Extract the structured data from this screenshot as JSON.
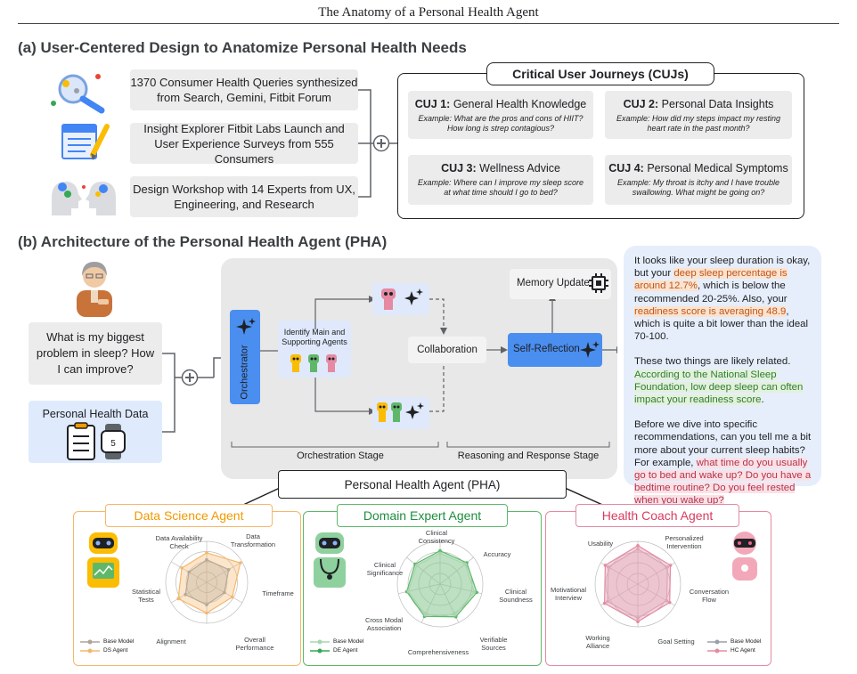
{
  "title": "The Anatomy of a Personal Health Agent",
  "section_a": {
    "heading": "(a) User-Centered Design to Anatomize Personal Health Needs",
    "sources": [
      {
        "text": "1370 Consumer Health Queries synthesized from Search, Gemini, Fitbit Forum",
        "icon": "magnifier-icon"
      },
      {
        "text": "Insight Explorer Fitbit Labs Launch and User Experience Surveys from 555 Consumers",
        "icon": "survey-pencil-icon"
      },
      {
        "text": "Design Workshop with 14 Experts from UX, Engineering, and Research",
        "icon": "workshop-heads-icon"
      }
    ],
    "cuj_header": "Critical User Journeys (CUJs)",
    "cujs": [
      {
        "num": "CUJ 1:",
        "name": "General Health Knowledge",
        "example": "Example: What are the pros and cons of HIIT? How long is strep contagious?"
      },
      {
        "num": "CUJ 2:",
        "name": "Personal Data Insights",
        "example": "Example: How did my steps impact my resting heart rate in the past month?"
      },
      {
        "num": "CUJ 3:",
        "name": "Wellness Advice",
        "example": "Example: Where can I improve my sleep score at what time should I go to bed?"
      },
      {
        "num": "CUJ 4:",
        "name": "Personal Medical Symptoms",
        "example": "Example: My throat is itchy and I have trouble swallowing. What might be going on?"
      }
    ]
  },
  "section_b": {
    "heading": "(b) Architecture of the Personal Health Agent (PHA)",
    "user_question": "What is my biggest problem in sleep? How I can improve?",
    "health_data_label": "Personal Health Data",
    "orchestrator": "Orchestrator",
    "identify_label": "Identify Main and Supporting Agents",
    "collaboration": "Collaboration",
    "self_reflection": "Self-Reflection",
    "memory_update": "Memory Update",
    "stage_orchestration": "Orchestration Stage",
    "stage_reasoning": "Reasoning and Response Stage",
    "pha_label": "Personal Health Agent (PHA)",
    "response": {
      "p1": [
        {
          "t": "It looks like your sleep duration is okay, but your ",
          "h": ""
        },
        {
          "t": "deep sleep percentage is around 12.7%",
          "h": "orange"
        },
        {
          "t": ", which is below the recommended 20-25%. Also, your ",
          "h": ""
        },
        {
          "t": "readiness score is averaging 48.9",
          "h": "orange"
        },
        {
          "t": ", which is quite a bit lower than the ideal 70-100.",
          "h": ""
        }
      ],
      "p2": [
        {
          "t": "These two things are likely related. ",
          "h": ""
        },
        {
          "t": "According to the National Sleep Foundation, low deep sleep can often impact your readiness score",
          "h": "green"
        },
        {
          "t": ".",
          "h": ""
        }
      ],
      "p3": [
        {
          "t": "Before we dive into specific recommendations, can you tell me a bit more about your current sleep habits? For example, ",
          "h": ""
        },
        {
          "t": "what time do you usually go to bed and wake up? Do you have a bedtime routine? Do you feel rested when you wake up?",
          "h": "pink"
        }
      ]
    }
  },
  "agents": [
    {
      "title": "Data Science Agent",
      "color": "#f5b76a",
      "axes": [
        "Data Transformation",
        "Timeframe",
        "Overall Performance",
        "Alignment",
        "Statistical Tests",
        "Data Availability Check"
      ],
      "base": [
        0.55,
        0.62,
        0.5,
        0.55,
        0.6,
        0.5
      ],
      "agent": [
        0.72,
        0.95,
        0.72,
        0.75,
        0.8,
        0.7
      ],
      "legend": [
        "Base Model",
        "DS Agent"
      ]
    },
    {
      "title": "Domain Expert Agent",
      "color": "#5fb86a",
      "axes": [
        "Clinical Consistency",
        "Accuracy",
        "Clinical Soundness",
        "Verifiable Sources",
        "Comprehensiveness",
        "Cross Modal Association",
        "Clinical Significance"
      ],
      "base": [
        0.72,
        0.75,
        0.82,
        0.8,
        0.8,
        0.76,
        0.7
      ],
      "agent": [
        0.78,
        0.8,
        0.88,
        0.85,
        0.84,
        0.8,
        0.75
      ],
      "legend": [
        "Base Model",
        "DE Agent"
      ]
    },
    {
      "title": "Health Coach Agent",
      "color": "#e58aa2",
      "axes": [
        "Personalized Intervention",
        "Conversation Flow",
        "Goal Setting",
        "Working Alliance",
        "Motivational Interview",
        "Usability"
      ],
      "base": [
        0.82,
        0.8,
        0.78,
        0.8,
        0.82,
        0.8
      ],
      "agent": [
        0.9,
        0.88,
        0.86,
        0.88,
        0.9,
        0.88
      ],
      "legend": [
        "Base Model",
        "HC Agent"
      ]
    }
  ]
}
